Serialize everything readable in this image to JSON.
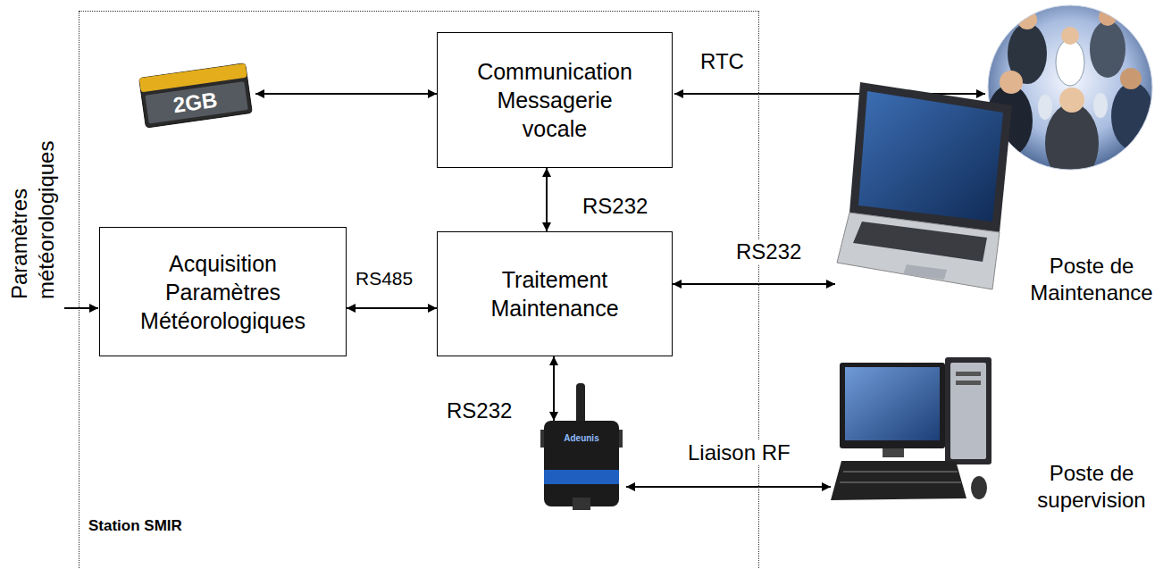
{
  "diagram": {
    "nodes": [
      {
        "text": [
          "Station SMIR"
        ]
      },
      {
        "text": [
          "2GB"
        ],
        "in": 0
      },
      {
        "text": [
          "Communication Messagerie vocale"
        ],
        "in": 0
      },
      {
        "text": [
          "Acquisition Paramètres Météorologiques"
        ],
        "in": 0
      },
      {
        "text": [
          "Traitement Maintenance"
        ],
        "in": 0
      },
      {
        "text": [
          "Poste de Maintenance"
        ]
      },
      {
        "text": [
          "Adeunis"
        ],
        "in": 0
      },
      {
        "text": [
          "Poste de supervision"
        ]
      }
    ],
    "edges": [
      {
        "from": 1,
        "to": 2,
        "arrow": "both"
      },
      {
        "from": 2,
        "to": 4,
        "label": "RS232",
        "arrow": "both"
      },
      {
        "from": 3,
        "to": 4,
        "label": "RS485",
        "arrow": "both"
      },
      {
        "from": 4,
        "to": 5,
        "label": "RS232",
        "arrow": "both"
      },
      {
        "from": 4,
        "to": 6,
        "label": "RS232",
        "arrow": "both"
      },
      {
        "from": 6,
        "to": 7,
        "label": "Liaison RF",
        "arrow": "both"
      }
    ],
    "labels": [
      "Paramètres météorologiques",
      "RTC"
    ]
  }
}
